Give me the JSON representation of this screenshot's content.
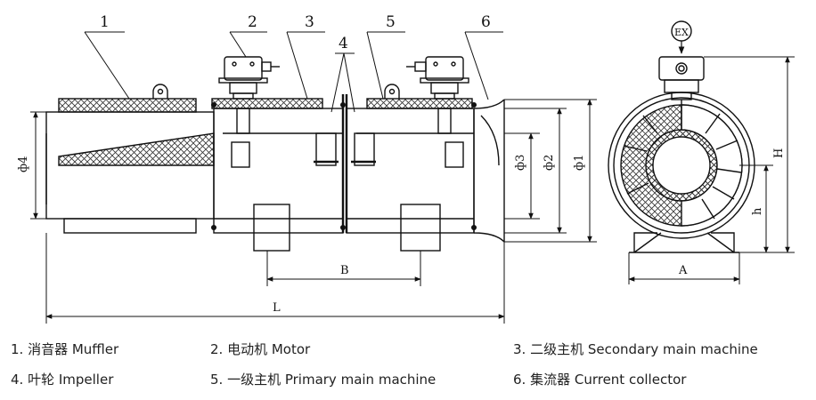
{
  "part_numbers": [
    "1",
    "2",
    "3",
    "4",
    "5",
    "6"
  ],
  "dimension_labels": {
    "phi4": "ф4",
    "phi3": "ф3",
    "phi2": "ф2",
    "phi1": "ф1",
    "B": "B",
    "L": "L",
    "A": "A",
    "H": "H",
    "h": "h",
    "ex_mark": "EX"
  },
  "legend": [
    "1. 消音器 Muffler",
    "2. 电动机 Motor",
    "3. 二级主机 Secondary main machine",
    "4. 叶轮 Impeller",
    "5. 一级主机 Primary main machine",
    "6. 集流器 Current collector"
  ]
}
